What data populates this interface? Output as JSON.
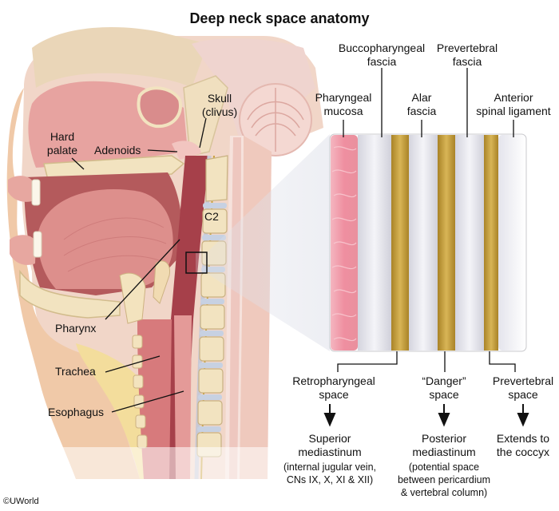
{
  "title": "Deep neck space anatomy",
  "anatomy_labels": {
    "hard_palate": [
      "Hard",
      "palate"
    ],
    "adenoids": "Adenoids",
    "skull": [
      "Skull",
      "(clivus)"
    ],
    "c2": "C2",
    "pharynx": "Pharynx",
    "trachea": "Trachea",
    "esophagus": "Esophagus"
  },
  "layer_labels": {
    "pharyngeal_mucosa": [
      "Pharyngeal",
      "mucosa"
    ],
    "buccopharyngeal_fascia": [
      "Buccopharyngeal",
      "fascia"
    ],
    "alar_fascia": [
      "Alar",
      "fascia"
    ],
    "prevertebral_fascia": [
      "Prevertebral",
      "fascia"
    ],
    "anterior_spinal_ligament": [
      "Anterior",
      "spinal ligament"
    ]
  },
  "spaces": [
    {
      "name": [
        "Retropharyngeal",
        "space"
      ],
      "destination": [
        "Superior",
        "mediastinum"
      ],
      "detail": [
        "(internal jugular vein,",
        "CNs IX, X, XI & XII)"
      ]
    },
    {
      "name": [
        "“Danger”",
        "space"
      ],
      "destination": [
        "Posterior",
        "mediastinum"
      ],
      "detail": [
        "(potential space",
        "between pericardium",
        "& vertebral column)"
      ]
    },
    {
      "name": [
        "Prevertebral",
        "space"
      ],
      "destination": [
        "Extends to",
        "the coccyx"
      ],
      "detail": []
    }
  ],
  "copyright": "©UWorld",
  "colors": {
    "mucosa": "#ee9aa8",
    "fascia": "#e2e2ea",
    "fat": "#c9a33e",
    "ligament": "#f2f2f6",
    "tissue": "#e8b0aa",
    "airway": "#b84a50",
    "bone": "#f2e3c0",
    "fat_tissue": "#f0d9a0",
    "ink": "#111111"
  }
}
